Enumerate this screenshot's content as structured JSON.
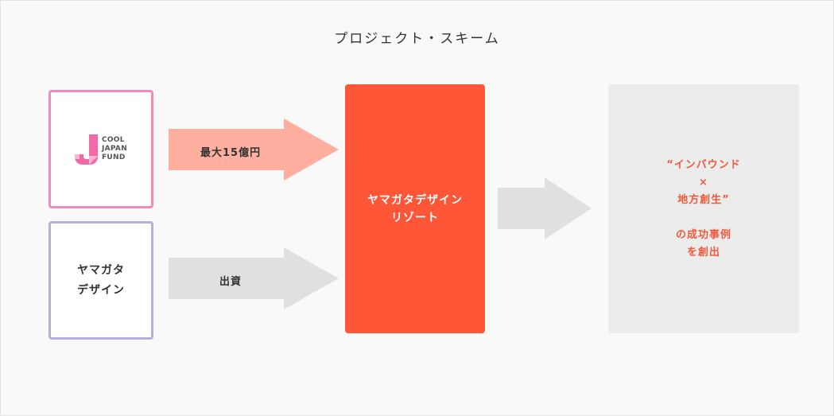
{
  "title": "プロジェクト・スキーム",
  "sources": {
    "cool_japan_fund": {
      "logo_text": "COOL\nJAPAN\nFUND"
    },
    "yamagata_design": {
      "label": "ヤマガタ\nデザイン"
    }
  },
  "flows": {
    "investment_cjf": {
      "label": "最大15億円"
    },
    "investment_yd": {
      "label": "出資"
    }
  },
  "center": {
    "label": "ヤマガタデザイン\nリゾート"
  },
  "result": {
    "line1": "“インバウンド\n×\n地方創生”",
    "line2": "の成功事例\nを創出"
  },
  "colors": {
    "cjf_border": "#f28bbb",
    "yd_border": "#b4b1d8",
    "pink_arrow": "#ffafa0",
    "gray_arrow": "#e0e0e0",
    "center_fill": "#ff5638",
    "result_fill": "#ececec",
    "result_text": "#f05a3c"
  }
}
